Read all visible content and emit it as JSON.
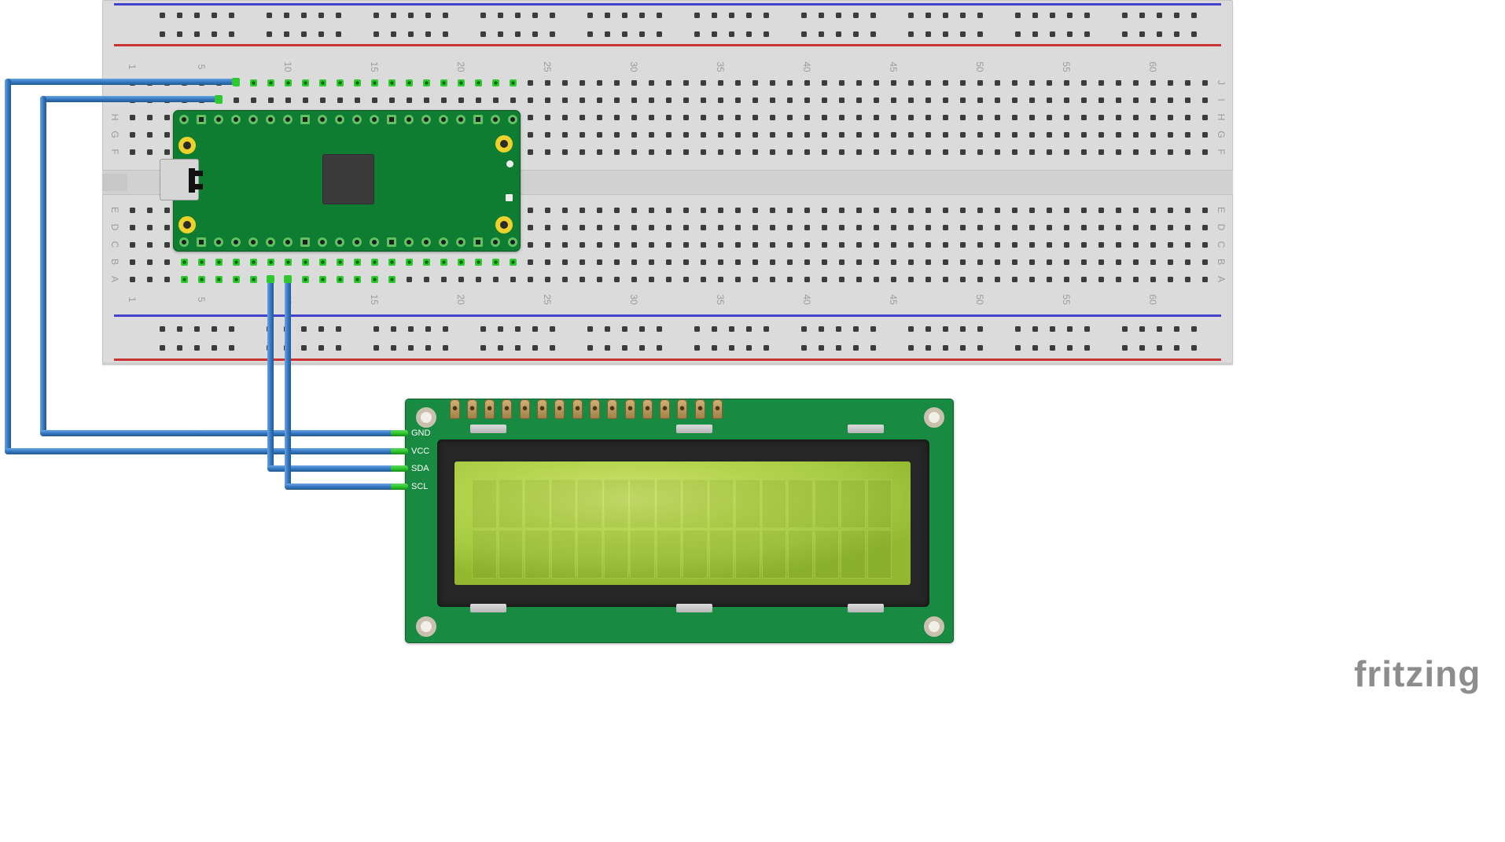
{
  "page": {
    "background": "#ffffff",
    "watermark": "fritzing",
    "watermark_color": "#8d8d8d"
  },
  "breadboard": {
    "part_name": "full-size breadboard",
    "columns": 63,
    "row_letters_top": [
      "J",
      "I",
      "H",
      "G",
      "F"
    ],
    "row_letters_bottom": [
      "E",
      "D",
      "C",
      "B",
      "A"
    ],
    "numbered_columns": [
      "1",
      "5",
      "10",
      "15",
      "20",
      "25",
      "30",
      "35",
      "40",
      "45",
      "50",
      "55",
      "60"
    ],
    "rail_groups": 10,
    "rail_holes_per_group": 5,
    "colors": {
      "body": "#dbdbdb",
      "channel": "#d1d1d1",
      "hole": "#3c3c3c",
      "connected_hole": "#2ec92e",
      "label": "#9b9b9b",
      "rail_red": "#cc3333",
      "rail_blue": "#4343cc"
    },
    "connected_strips": [
      {
        "row": "J",
        "from_col": 7,
        "to_col": 23
      },
      {
        "row": "I",
        "from_col": 6,
        "to_col": 6
      },
      {
        "row": "B",
        "from_col": 4,
        "to_col": 23
      },
      {
        "row": "A",
        "from_col": 4,
        "to_col": 16
      }
    ]
  },
  "microcontroller": {
    "part_name": "teensy-dev-board",
    "board_color": "#0e7d32",
    "pads_from_col": 4,
    "pads_to_col": 23,
    "square_pad_cols": [
      5,
      11,
      16,
      21
    ],
    "chip_color": "#3a3a3a",
    "mount_hole_ring_color": "#ecd22a",
    "usb_color": "#d6d6d6"
  },
  "wires": {
    "color": "#3579c4",
    "tip_color": "#2ec92e",
    "list": [
      {
        "name": "wire-gnd",
        "connects": "GND"
      },
      {
        "name": "wire-vcc",
        "connects": "VCC"
      },
      {
        "name": "wire-sda",
        "connects": "SDA"
      },
      {
        "name": "wire-scl",
        "connects": "SCL"
      }
    ]
  },
  "lcd": {
    "part_name": "lcd-16x2-display",
    "board_color": "#188a41",
    "bezel_color": "#262626",
    "screen_color": "#a9cc45",
    "pin_count": 16,
    "pin_labels": [
      "GND",
      "VCC",
      "SDA",
      "SCL"
    ],
    "char_columns": 16,
    "char_rows": 2
  }
}
